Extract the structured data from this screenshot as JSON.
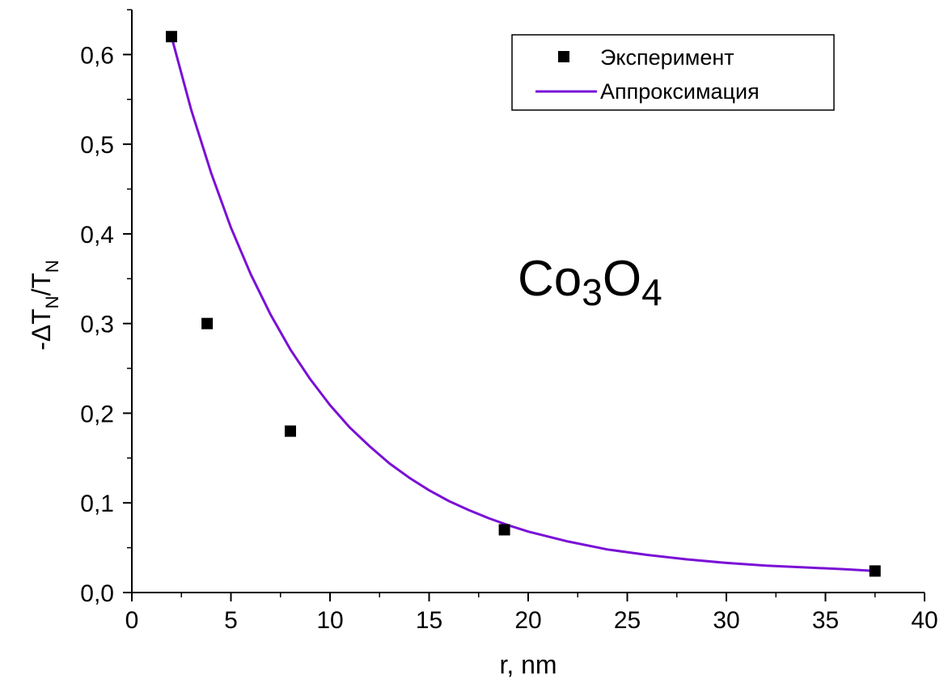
{
  "chart_data": {
    "type": "scatter",
    "xlabel": "r, nm",
    "ylabel": {
      "prefix": "-ΔT",
      "sub1": "N",
      "mid": "/T",
      "sub2": "N"
    },
    "xlim": [
      0,
      40
    ],
    "ylim": [
      0,
      0.65
    ],
    "xticks": [
      0,
      5,
      10,
      15,
      20,
      25,
      30,
      35,
      40
    ],
    "xtick_labels": [
      "0",
      "5",
      "10",
      "15",
      "20",
      "25",
      "30",
      "35",
      "40"
    ],
    "yticks": [
      0,
      0.1,
      0.2,
      0.3,
      0.4,
      0.5,
      0.6
    ],
    "ytick_labels": [
      "0,0",
      "0,1",
      "0,2",
      "0,3",
      "0,4",
      "0,5",
      "0,6"
    ],
    "grid": false,
    "legend_position": "top-right",
    "annotation": {
      "base1": "Co",
      "sub1": "3",
      "base2": "O",
      "sub2": "4"
    },
    "series": [
      {
        "name": "Эксперимент",
        "kind": "scatter",
        "marker": "square",
        "color": "#000000",
        "x": [
          2.0,
          3.8,
          8.0,
          18.8,
          37.5
        ],
        "y": [
          0.62,
          0.3,
          0.18,
          0.07,
          0.024
        ]
      },
      {
        "name": "Аппроксимация",
        "kind": "line",
        "color": "#7a10d6",
        "x": [
          2,
          3,
          4,
          5,
          6,
          7,
          8,
          9,
          10,
          11,
          12,
          13,
          14,
          15,
          16,
          17,
          18,
          19,
          20,
          22,
          24,
          26,
          28,
          30,
          32,
          34,
          36,
          37.5
        ],
        "y": [
          0.62,
          0.538,
          0.468,
          0.407,
          0.355,
          0.31,
          0.271,
          0.238,
          0.209,
          0.184,
          0.163,
          0.144,
          0.128,
          0.114,
          0.102,
          0.092,
          0.083,
          0.075,
          0.068,
          0.057,
          0.048,
          0.042,
          0.037,
          0.033,
          0.03,
          0.028,
          0.026,
          0.024
        ]
      }
    ]
  }
}
